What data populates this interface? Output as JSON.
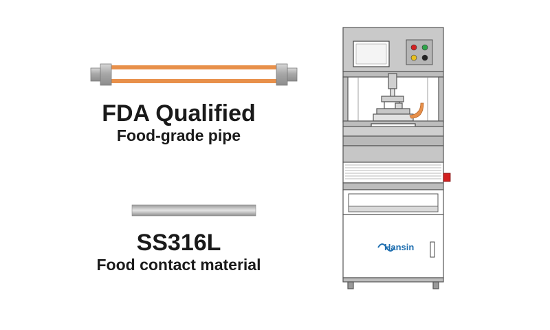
{
  "features": {
    "fda": {
      "title": "FDA Qualified",
      "subtitle": "Food-grade pipe"
    },
    "material": {
      "title": "SS316L",
      "subtitle": "Food contact material"
    }
  },
  "machine": {
    "brand": "Hansin"
  },
  "colors": {
    "pipe_orange": "#e8904a",
    "steel": "#b7b7b7",
    "machine_gray": "#c9c9c9",
    "stop_red": "#d32020",
    "brand_blue": "#1f6fb0"
  }
}
